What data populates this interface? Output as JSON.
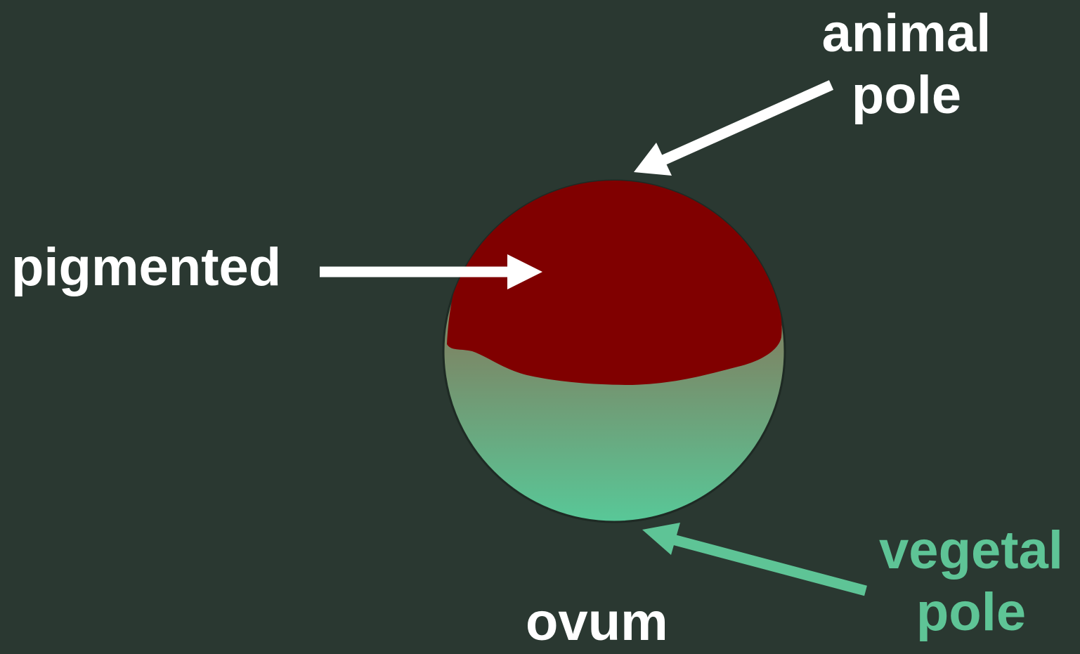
{
  "diagram": {
    "labels": {
      "animal_line1": "animal",
      "animal_line2": "pole",
      "pigmented": "pigmented",
      "vegetal_line1": "vegetal",
      "vegetal_line2": "pole",
      "ovum": "ovum"
    },
    "colors": {
      "background": "#2a3831",
      "pigment": "#800000",
      "vegetal_top": "#7a8a68",
      "vegetal_bottom": "#58c898",
      "white_arrow": "#ffffff",
      "green_arrow": "#5ec496"
    }
  }
}
